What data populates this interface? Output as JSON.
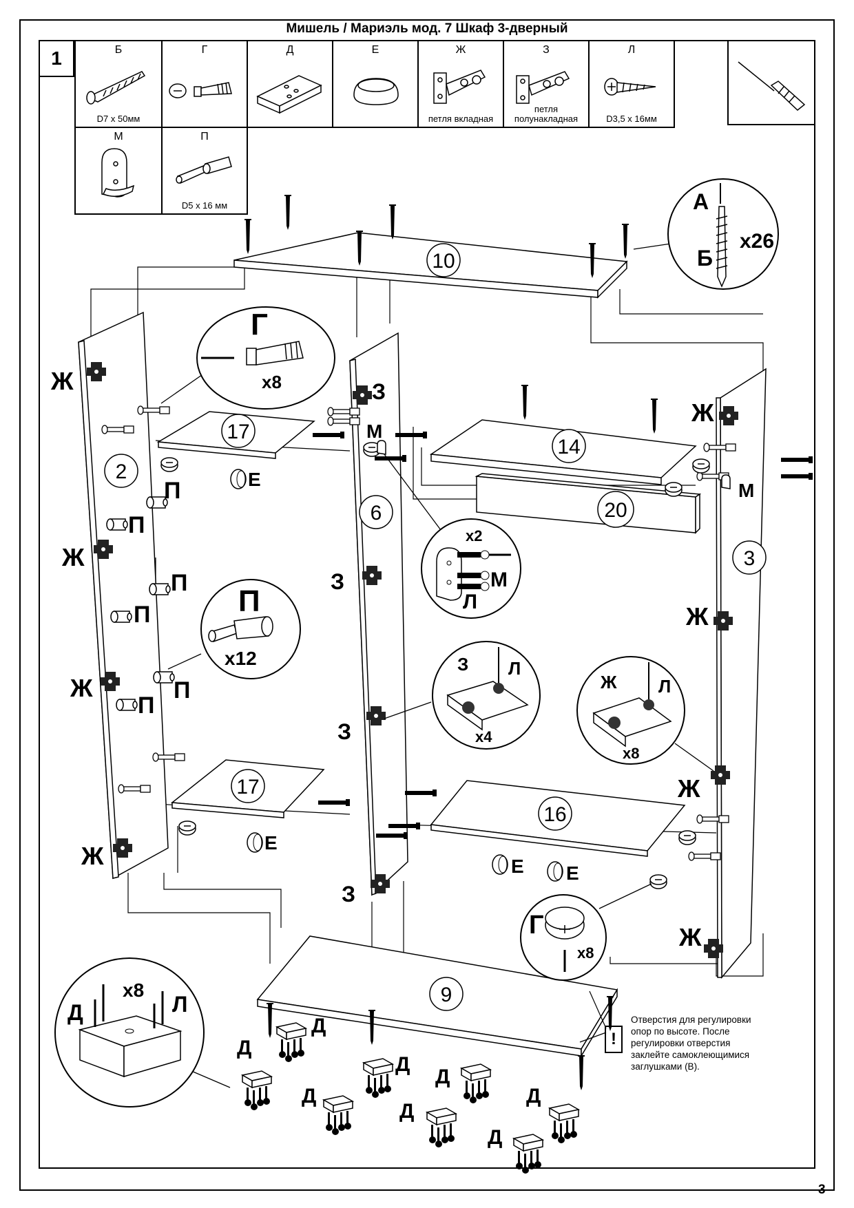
{
  "title": "Мишель / Мариэль мод. 7 Шкаф 3-дверный",
  "page_number": "3",
  "step_number": "1",
  "parts": [
    {
      "letter": "Б",
      "caption": "D7 x 50мм",
      "icon": "confirmat-screw-icon"
    },
    {
      "letter": "Г",
      "caption": "",
      "icon": "cam-lock-icon"
    },
    {
      "letter": "Д",
      "caption": "",
      "icon": "support-block-icon"
    },
    {
      "letter": "Е",
      "caption": "",
      "icon": "bumper-icon"
    },
    {
      "letter": "Ж",
      "caption": "петля вкладная",
      "icon": "inset-hinge-icon"
    },
    {
      "letter": "З",
      "caption": "петля полунакладная",
      "icon": "half-overlay-hinge-icon"
    },
    {
      "letter": "Л",
      "caption": "D3,5 x 16мм",
      "icon": "wood-screw-icon"
    },
    {
      "letter": "М",
      "caption": "",
      "icon": "rod-holder-icon"
    },
    {
      "letter": "П",
      "caption": "D5 x 16 мм",
      "icon": "shelf-pin-icon"
    }
  ],
  "tool_icon": "screwdriver-icon",
  "panels": {
    "p10": "10",
    "p17a": "17",
    "p17b": "17",
    "p14": "14",
    "p20": "20",
    "p2": "2",
    "p6": "6",
    "p3": "3",
    "p16": "16",
    "p9": "9"
  },
  "callouts": {
    "screw": {
      "a": "А",
      "b": "Б",
      "count": "x26"
    },
    "cam": {
      "letter": "Г",
      "count": "x8"
    },
    "pin": {
      "letter": "П",
      "count": "x12"
    },
    "holder": {
      "count": "x2",
      "m": "М",
      "l": "Л"
    },
    "hinge_z": {
      "z": "З",
      "l": "Л",
      "count": "x4"
    },
    "hinge_zh": {
      "zh": "Ж",
      "l": "Л",
      "count": "x8"
    },
    "cam2": {
      "letter": "Г",
      "count": "x8"
    },
    "foot": {
      "count": "x8",
      "d": "Д",
      "l": "Л"
    }
  },
  "labels": {
    "zh": "Ж",
    "z": "З",
    "m": "М",
    "p": "П",
    "e": "Е",
    "d": "Д"
  },
  "note_symbol": "!",
  "note": "Отверстия для регулировки опор по высоте. После регулировки отверстия заклейте самоклеющимися заглушками (В)."
}
